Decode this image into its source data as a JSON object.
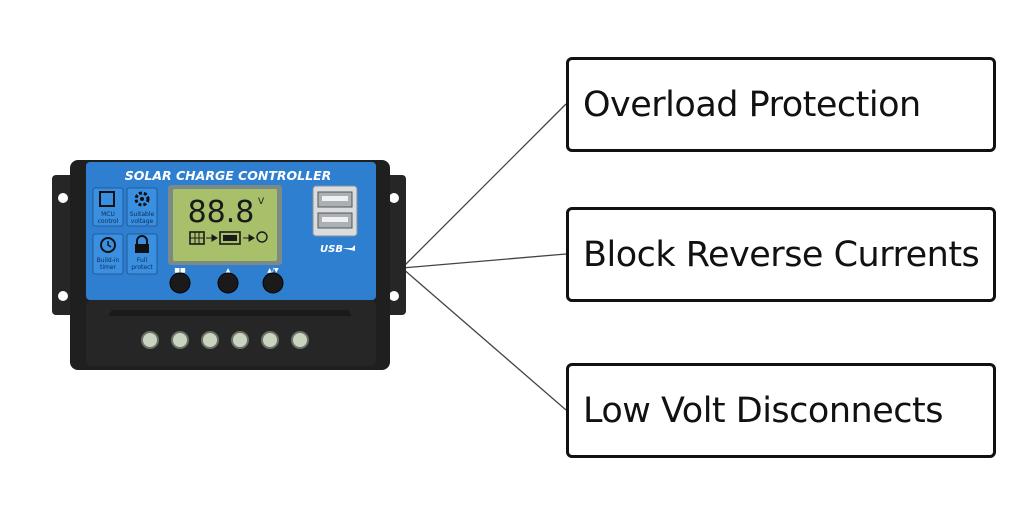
{
  "device": {
    "title": "SOLAR CHARGE CONTROLLER",
    "lcd_value": "88.8",
    "lcd_unit": "V",
    "usb_text": "USB",
    "icons": [
      {
        "name": "chip-icon",
        "label_line1": "MCU",
        "label_line2": "control"
      },
      {
        "name": "gear-icon",
        "label_line1": "Suitable",
        "label_line2": "voltage"
      },
      {
        "name": "clock-icon",
        "label_line1": "Build-in",
        "label_line2": "timer"
      },
      {
        "name": "lock-icon",
        "label_line1": "Full",
        "label_line2": "protect"
      }
    ],
    "button_labels": [
      "■■",
      "▲",
      "▲/▼"
    ],
    "colors": {
      "body": "#1f1f1f",
      "panel": "#2f7fd0",
      "lcd": "#a9c06a",
      "terminals": "#c9d3c0"
    }
  },
  "callouts": [
    {
      "text": "Overload Protection"
    },
    {
      "text": "Block Reverse Currents"
    },
    {
      "text": "Low Volt Disconnects"
    }
  ]
}
